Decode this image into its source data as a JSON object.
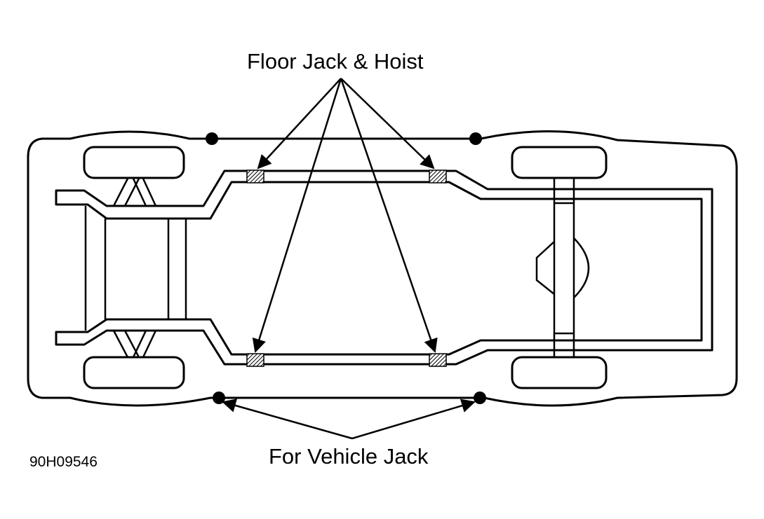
{
  "labels": {
    "floor_jack_hoist": "Floor Jack & Hoist",
    "vehicle_jack": "For Vehicle Jack",
    "figure_id": "90H09546"
  },
  "colors": {
    "ink": "#000000",
    "paper": "#ffffff"
  }
}
